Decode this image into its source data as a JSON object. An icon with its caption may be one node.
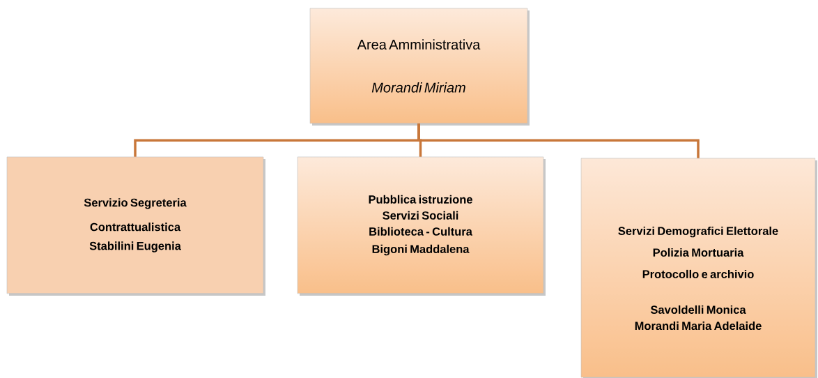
{
  "diagram": {
    "nodes": [
      {
        "text": [
          "Area Amministrativa",
          "Morandi Miriam"
        ]
      },
      {
        "text": [
          "Servizio Segreteria",
          "Contrattualistica",
          "Stabilini Eugenia"
        ]
      },
      {
        "text": [
          "Pubblica istruzione",
          "Servizi Sociali",
          "Biblioteca - Cultura",
          "Bigoni Maddalena"
        ]
      },
      {
        "text": [
          "Servizi Demografici Elettorale",
          "Polizia Mortuaria",
          "Protocollo e archivio",
          "Savoldelli Monica",
          "Morandi Maria Adelaide"
        ]
      }
    ],
    "edges": [
      {
        "from": 0,
        "to": 1,
        "arrow": "none"
      },
      {
        "from": 0,
        "to": 2,
        "arrow": "none"
      },
      {
        "from": 0,
        "to": 3,
        "arrow": "none"
      }
    ]
  }
}
